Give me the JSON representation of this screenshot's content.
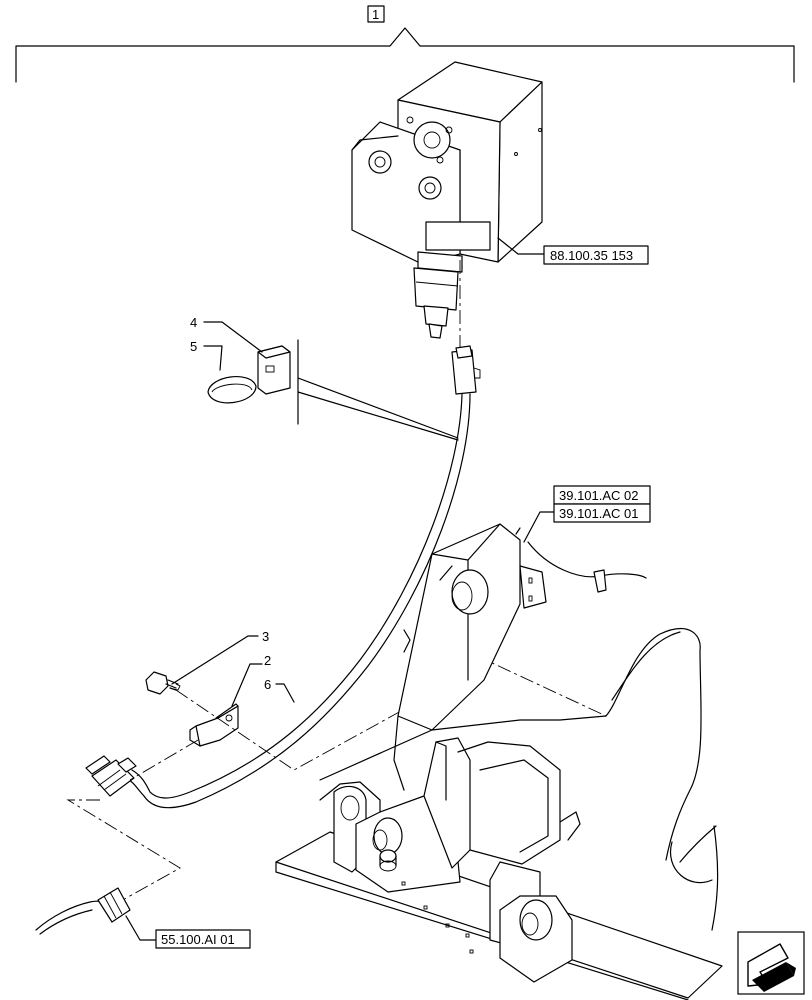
{
  "callouts": {
    "main_assembly": "1",
    "item_2": "2",
    "item_3": "3",
    "item_4": "4",
    "item_5": "5",
    "item_6": "6"
  },
  "references": {
    "valve_ref": "88.100.35 153",
    "frame_ref_1": "39.101.AC 02",
    "frame_ref_2": "39.101.AC 01",
    "harness_ref": "55.100.AI 01"
  },
  "nav_icon": "arrow-navigation-icon"
}
